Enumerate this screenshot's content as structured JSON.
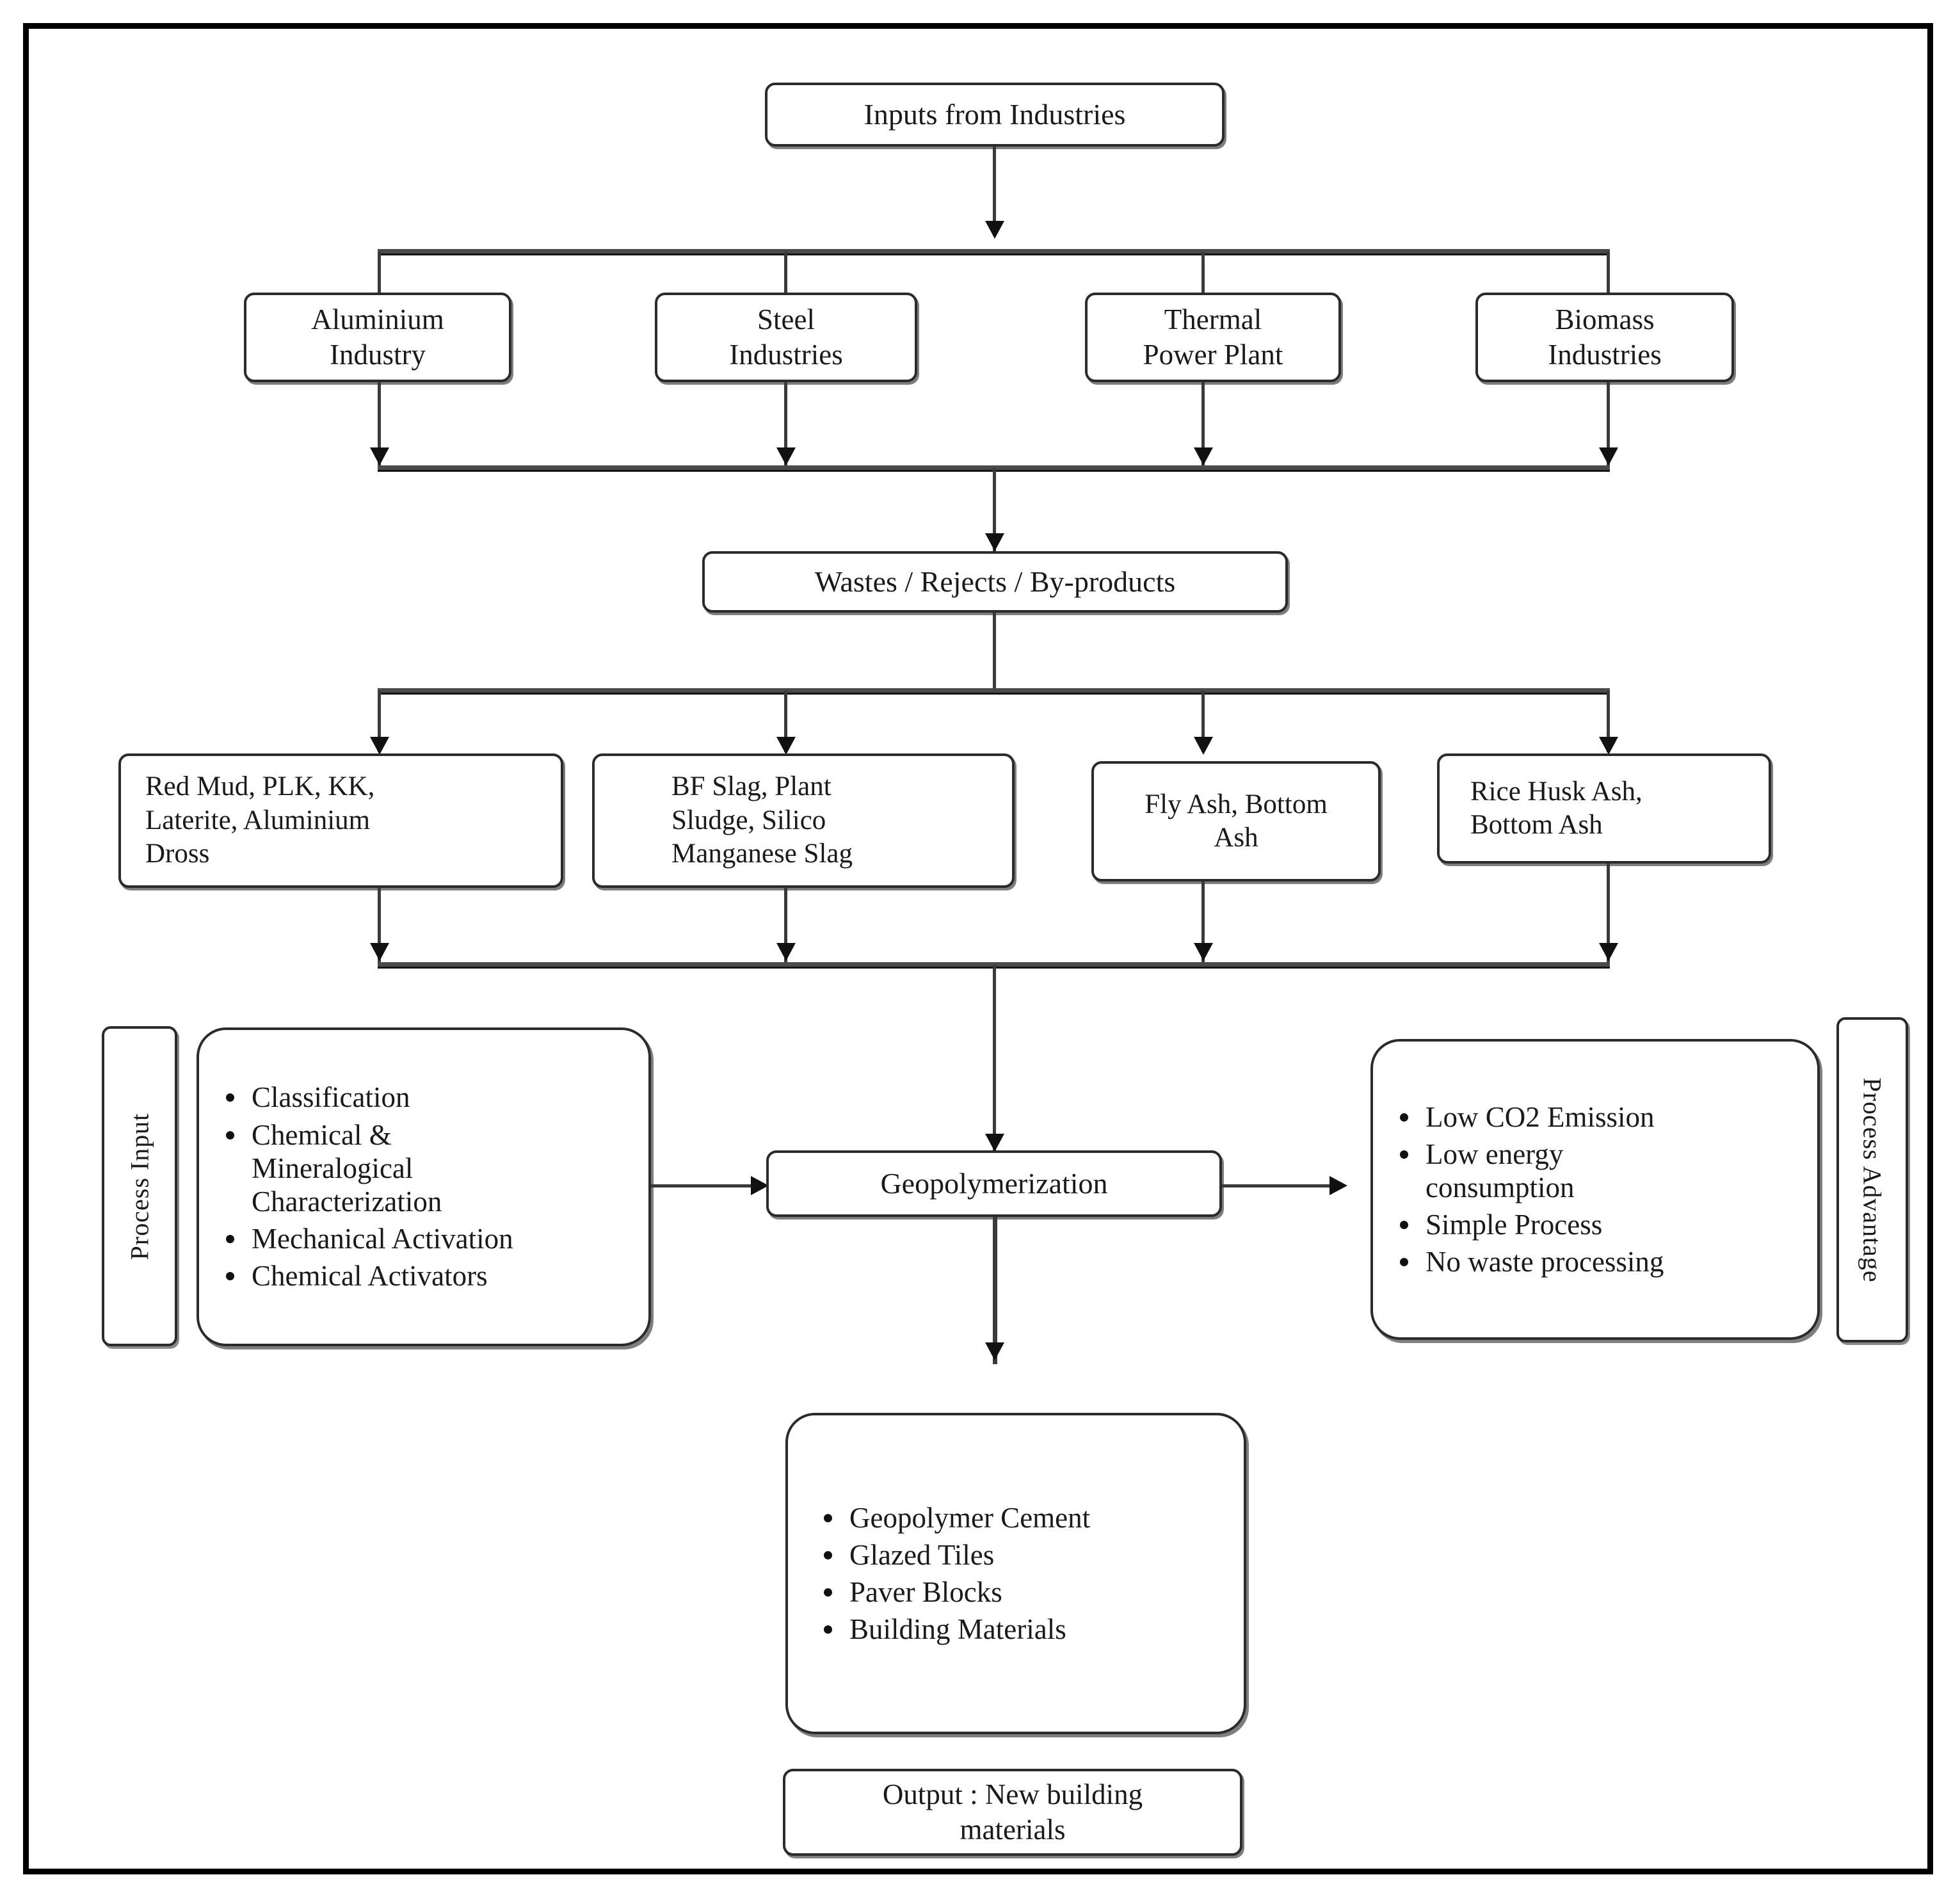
{
  "diagram": {
    "title_box": {
      "label": "Inputs from Industries"
    },
    "industries": [
      {
        "label": "Aluminium\nIndustry"
      },
      {
        "label": "Steel\nIndustries"
      },
      {
        "label": "Thermal\nPower Plant"
      },
      {
        "label": "Biomass\nIndustries"
      }
    ],
    "wastes_box": {
      "label": "Wastes / Rejects / By-products"
    },
    "waste_materials": [
      {
        "label": "Red Mud, PLK, KK,\nLaterite, Aluminium\nDross"
      },
      {
        "label": "BF Slag, Plant\nSludge, Silico\nManganese Slag"
      },
      {
        "label": "Fly Ash,  Bottom\nAsh"
      },
      {
        "label": "Rice Husk Ash,\nBottom Ash"
      }
    ],
    "process_input": {
      "side_label": "Process Input",
      "items": [
        "Classification",
        "Chemical &\nMineralogical\nCharacterization",
        "Mechanical Activation",
        "Chemical Activators"
      ]
    },
    "process_step": {
      "label": "Geopolymerization"
    },
    "process_advantage": {
      "side_label": "Process Advantage",
      "items": [
        "Low CO2  Emission",
        "Low energy\nconsumption",
        "Simple Process",
        "No waste processing"
      ]
    },
    "products": {
      "items": [
        "Geopolymer Cement",
        "Glazed Tiles",
        "Paver Blocks",
        "Building Materials"
      ]
    },
    "output_box": {
      "label": "Output : New building\nmaterials"
    }
  },
  "colors": {
    "border": "#2b2b2b",
    "connector": "#3a3a3a",
    "arrow": "#111111",
    "frame": "#000000",
    "background": "#ffffff"
  }
}
